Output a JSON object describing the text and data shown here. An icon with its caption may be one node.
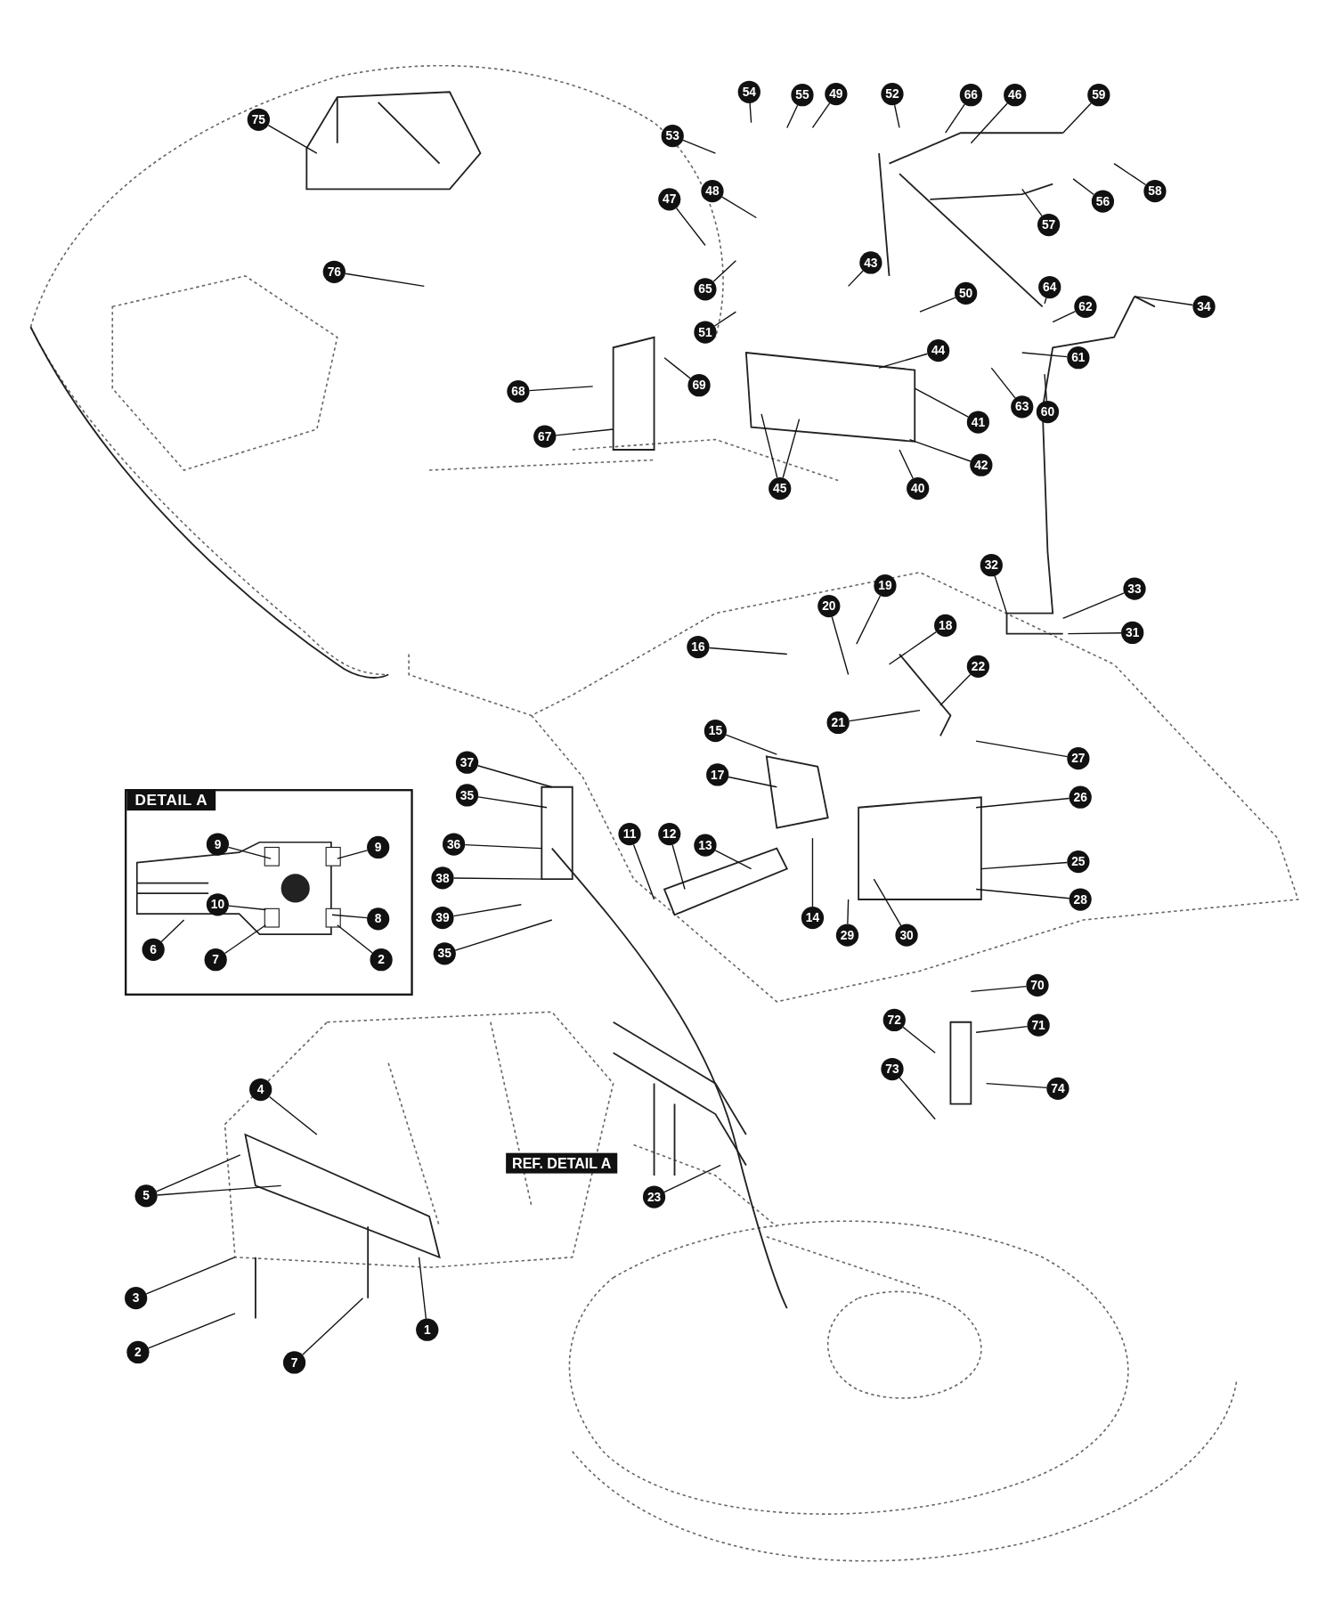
{
  "diagram": {
    "nodes": [
      {
        "text": [
          "75"
        ]
      },
      {
        "text": [
          "76"
        ]
      },
      {
        "text": [
          "54"
        ]
      },
      {
        "text": [
          "55"
        ]
      },
      {
        "text": [
          "49"
        ]
      },
      {
        "text": [
          "52"
        ]
      },
      {
        "text": [
          "53"
        ]
      },
      {
        "text": [
          "66"
        ]
      },
      {
        "text": [
          "46"
        ]
      },
      {
        "text": [
          "59"
        ]
      },
      {
        "text": [
          "58"
        ]
      },
      {
        "text": [
          "56"
        ]
      },
      {
        "text": [
          "57"
        ]
      },
      {
        "text": [
          "47"
        ]
      },
      {
        "text": [
          "48"
        ]
      },
      {
        "text": [
          "65"
        ]
      },
      {
        "text": [
          "43"
        ]
      },
      {
        "text": [
          "50"
        ]
      },
      {
        "text": [
          "51"
        ]
      },
      {
        "text": [
          "64"
        ]
      },
      {
        "text": [
          "34"
        ]
      },
      {
        "text": [
          "62"
        ]
      },
      {
        "text": [
          "61"
        ]
      },
      {
        "text": [
          "44"
        ]
      },
      {
        "text": [
          "63"
        ]
      },
      {
        "text": [
          "60"
        ]
      },
      {
        "text": [
          "41"
        ]
      },
      {
        "text": [
          "42"
        ]
      },
      {
        "text": [
          "45"
        ]
      },
      {
        "text": [
          "40"
        ]
      },
      {
        "text": [
          "68"
        ]
      },
      {
        "text": [
          "69"
        ]
      },
      {
        "text": [
          "67"
        ]
      },
      {
        "text": [
          "19"
        ]
      },
      {
        "text": [
          "20"
        ]
      },
      {
        "text": [
          "18"
        ]
      },
      {
        "text": [
          "16"
        ]
      },
      {
        "text": [
          "22"
        ]
      },
      {
        "text": [
          "32"
        ]
      },
      {
        "text": [
          "33"
        ]
      },
      {
        "text": [
          "31"
        ]
      },
      {
        "text": [
          "15"
        ]
      },
      {
        "text": [
          "21"
        ]
      },
      {
        "text": [
          "27"
        ]
      },
      {
        "text": [
          "37"
        ]
      },
      {
        "text": [
          "17"
        ]
      },
      {
        "text": [
          "35"
        ]
      },
      {
        "text": [
          "26"
        ]
      },
      {
        "text": [
          "11"
        ]
      },
      {
        "text": [
          "12"
        ]
      },
      {
        "text": [
          "13"
        ]
      },
      {
        "text": [
          "36"
        ]
      },
      {
        "text": [
          "14"
        ]
      },
      {
        "text": [
          "25"
        ]
      },
      {
        "text": [
          "38"
        ]
      },
      {
        "text": [
          "28"
        ]
      },
      {
        "text": [
          "39"
        ]
      },
      {
        "text": [
          "29"
        ]
      },
      {
        "text": [
          "30"
        ]
      },
      {
        "text": [
          "35"
        ]
      },
      {
        "text": [
          "DETAIL A"
        ]
      },
      {
        "text": [
          "9"
        ],
        "in": 60
      },
      {
        "text": [
          "9"
        ],
        "in": 60
      },
      {
        "text": [
          "10"
        ],
        "in": 60
      },
      {
        "text": [
          "8"
        ],
        "in": 60
      },
      {
        "text": [
          "6"
        ],
        "in": 60
      },
      {
        "text": [
          "7"
        ],
        "in": 60
      },
      {
        "text": [
          "2"
        ],
        "in": 60
      },
      {
        "text": [
          "72"
        ]
      },
      {
        "text": [
          "70"
        ]
      },
      {
        "text": [
          "71"
        ]
      },
      {
        "text": [
          "74"
        ]
      },
      {
        "text": [
          "73"
        ]
      },
      {
        "text": [
          "4"
        ]
      },
      {
        "text": [
          "5"
        ]
      },
      {
        "text": [
          "3"
        ]
      },
      {
        "text": [
          "2"
        ]
      },
      {
        "text": [
          "7"
        ]
      },
      {
        "text": [
          "1"
        ]
      },
      {
        "text": [
          "23"
        ]
      }
    ],
    "edges": [
      {
        "from": 0,
        "to": null,
        "arrow": "none"
      },
      {
        "from": 1,
        "to": null,
        "arrow": "none"
      },
      {
        "from": 2,
        "to": null,
        "arrow": "none"
      },
      {
        "from": 3,
        "to": null,
        "arrow": "none"
      },
      {
        "from": 4,
        "to": null,
        "arrow": "none"
      },
      {
        "from": 5,
        "to": null,
        "arrow": "none"
      },
      {
        "from": 6,
        "to": null,
        "arrow": "none"
      },
      {
        "from": 7,
        "to": null,
        "arrow": "none"
      },
      {
        "from": 8,
        "to": null,
        "arrow": "none"
      },
      {
        "from": 9,
        "to": null,
        "arrow": "none"
      },
      {
        "from": 10,
        "to": null,
        "arrow": "none"
      },
      {
        "from": 11,
        "to": null,
        "arrow": "none"
      },
      {
        "from": 12,
        "to": null,
        "arrow": "none"
      },
      {
        "from": 13,
        "to": null,
        "arrow": "none"
      },
      {
        "from": 14,
        "to": null,
        "arrow": "none"
      },
      {
        "from": 15,
        "to": null,
        "arrow": "none"
      },
      {
        "from": 16,
        "to": null,
        "arrow": "none"
      },
      {
        "from": 17,
        "to": null,
        "arrow": "none"
      },
      {
        "from": 18,
        "to": null,
        "arrow": "none"
      },
      {
        "from": 19,
        "to": null,
        "arrow": "none"
      },
      {
        "from": 20,
        "to": null,
        "arrow": "none"
      },
      {
        "from": 21,
        "to": null,
        "arrow": "none"
      },
      {
        "from": 22,
        "to": null,
        "arrow": "none"
      },
      {
        "from": 23,
        "to": null,
        "arrow": "none"
      },
      {
        "from": 24,
        "to": null,
        "arrow": "none"
      },
      {
        "from": 25,
        "to": null,
        "arrow": "none"
      },
      {
        "from": 26,
        "to": null,
        "arrow": "none"
      },
      {
        "from": 27,
        "to": null,
        "arrow": "none"
      },
      {
        "from": 28,
        "to": null,
        "arrow": "none"
      },
      {
        "from": 28,
        "to": null,
        "arrow": "none"
      },
      {
        "from": 29,
        "to": null,
        "arrow": "none"
      },
      {
        "from": 30,
        "to": null,
        "arrow": "none"
      },
      {
        "from": 31,
        "to": null,
        "arrow": "none"
      },
      {
        "from": 32,
        "to": null,
        "arrow": "none"
      },
      {
        "from": 33,
        "to": null,
        "arrow": "none"
      },
      {
        "from": 34,
        "to": null,
        "arrow": "none"
      },
      {
        "from": 35,
        "to": null,
        "arrow": "none"
      },
      {
        "from": 36,
        "to": null,
        "arrow": "none"
      },
      {
        "from": 37,
        "to": null,
        "arrow": "none"
      },
      {
        "from": 38,
        "to": null,
        "arrow": "none"
      },
      {
        "from": 39,
        "to": null,
        "arrow": "none"
      },
      {
        "from": 40,
        "to": null,
        "arrow": "none"
      },
      {
        "from": 41,
        "to": null,
        "arrow": "none"
      },
      {
        "from": 42,
        "to": null,
        "arrow": "none"
      },
      {
        "from": 43,
        "to": null,
        "arrow": "none"
      },
      {
        "from": 44,
        "to": null,
        "arrow": "none"
      },
      {
        "from": 45,
        "to": null,
        "arrow": "none"
      },
      {
        "from": 46,
        "to": null,
        "arrow": "none"
      },
      {
        "from": 47,
        "to": null,
        "arrow": "none"
      },
      {
        "from": 48,
        "to": null,
        "arrow": "none"
      },
      {
        "from": 49,
        "to": null,
        "arrow": "none"
      },
      {
        "from": 50,
        "to": null,
        "arrow": "none"
      },
      {
        "from": 51,
        "to": null,
        "arrow": "none"
      },
      {
        "from": 52,
        "to": null,
        "arrow": "none"
      },
      {
        "from": 53,
        "to": null,
        "arrow": "none"
      },
      {
        "from": 54,
        "to": null,
        "arrow": "none"
      },
      {
        "from": 55,
        "to": null,
        "arrow": "none"
      },
      {
        "from": 56,
        "to": null,
        "arrow": "none"
      },
      {
        "from": 57,
        "to": null,
        "arrow": "none"
      },
      {
        "from": 58,
        "to": null,
        "arrow": "none"
      },
      {
        "from": 59,
        "to": null,
        "arrow": "none"
      },
      {
        "from": 61,
        "to": null,
        "arrow": "none"
      },
      {
        "from": 62,
        "to": null,
        "arrow": "none"
      },
      {
        "from": 63,
        "to": null,
        "arrow": "none"
      },
      {
        "from": 64,
        "to": null,
        "arrow": "none"
      },
      {
        "from": 65,
        "to": null,
        "arrow": "none"
      },
      {
        "from": 66,
        "to": null,
        "arrow": "none"
      },
      {
        "from": 67,
        "to": null,
        "arrow": "none"
      },
      {
        "from": 68,
        "to": null,
        "arrow": "none"
      },
      {
        "from": 69,
        "to": null,
        "arrow": "none"
      },
      {
        "from": 70,
        "to": null,
        "arrow": "none"
      },
      {
        "from": 71,
        "to": null,
        "arrow": "none"
      },
      {
        "from": 72,
        "to": null,
        "arrow": "none"
      },
      {
        "from": 73,
        "to": null,
        "arrow": "none"
      },
      {
        "from": 74,
        "to": null,
        "arrow": "none"
      },
      {
        "from": 74,
        "to": null,
        "arrow": "none"
      },
      {
        "from": 75,
        "to": null,
        "arrow": "none"
      },
      {
        "from": 76,
        "to": null,
        "arrow": "none"
      },
      {
        "from": 77,
        "to": null,
        "arrow": "none"
      },
      {
        "from": 78,
        "to": null,
        "arrow": "none"
      },
      {
        "from": 79,
        "to": null,
        "arrow": "none"
      }
    ],
    "labels": [
      "REF. DETAIL A"
    ]
  }
}
